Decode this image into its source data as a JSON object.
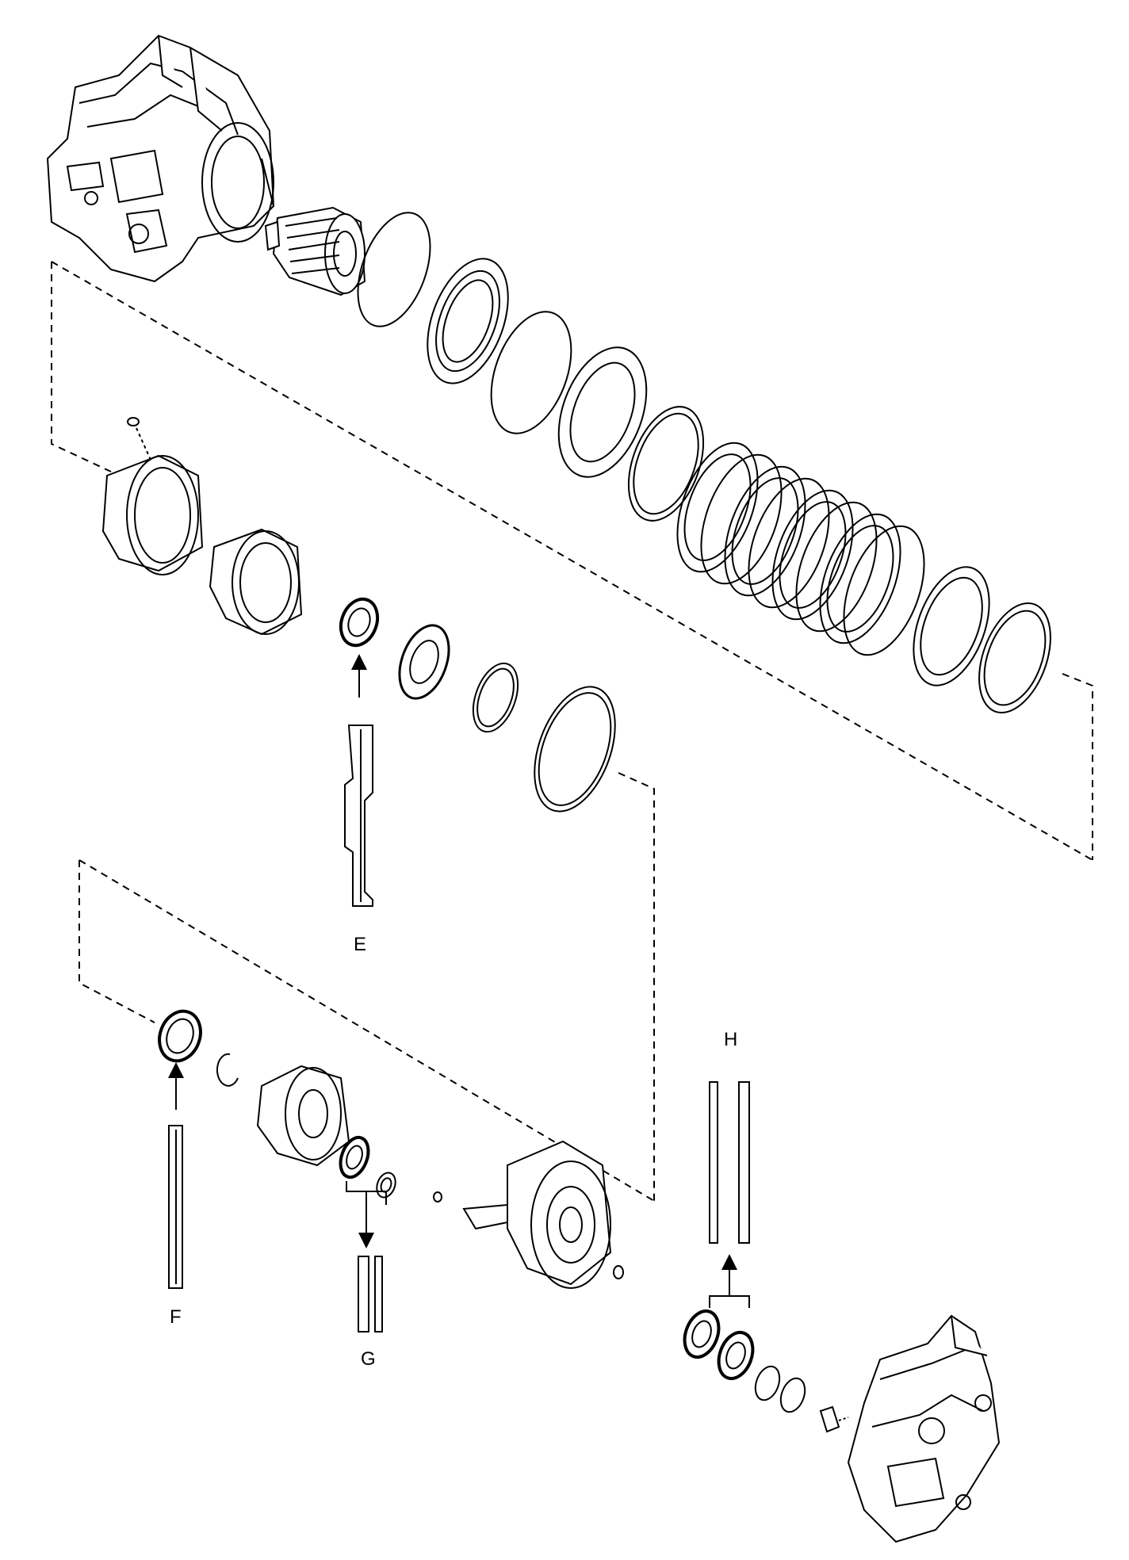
{
  "diagram": {
    "callouts": {
      "E": "E",
      "F": "F",
      "G": "G",
      "H": "H"
    },
    "colors": {
      "line": "#000000",
      "background": "#ffffff"
    }
  }
}
